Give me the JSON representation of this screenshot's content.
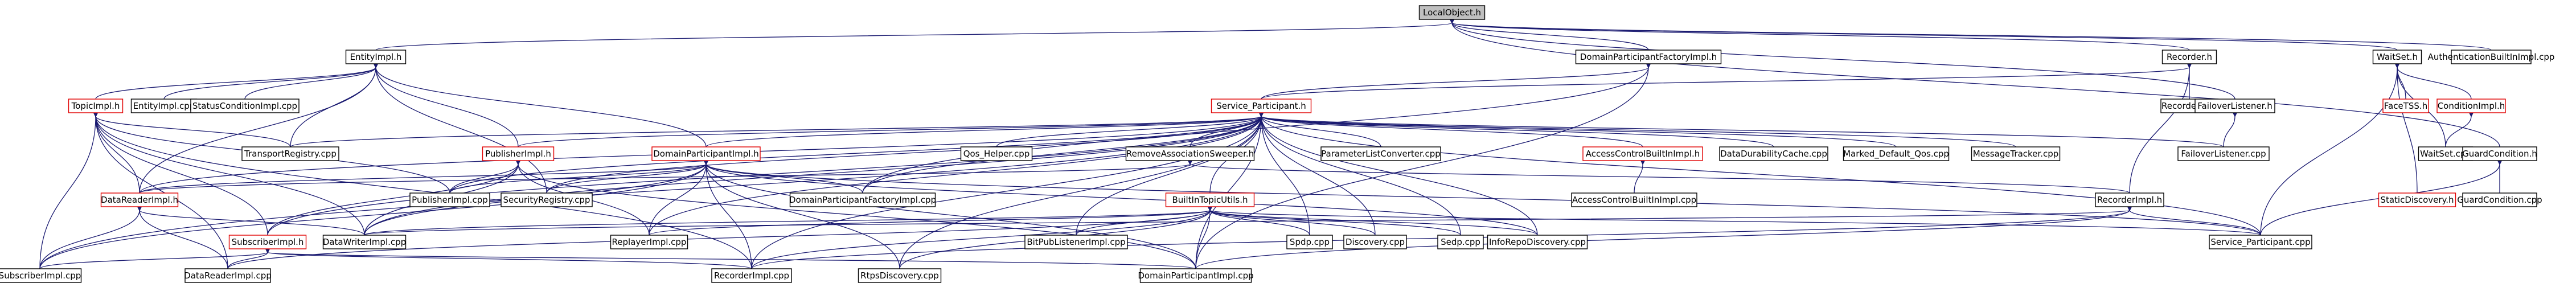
{
  "graph_title": "LocalObject.h",
  "colors": {
    "edge": "#191970",
    "truncated_border": "#e00000",
    "root_fill": "#bfbfbf"
  },
  "nodes": [
    {
      "id": "LocalObject.h",
      "label": "LocalObject.h",
      "style": "root"
    },
    {
      "id": "EntityImpl.h",
      "label": "EntityImpl.h",
      "style": "normal"
    },
    {
      "id": "DomainParticipantFactoryImpl.h",
      "label": "DomainParticipantFactoryImpl.h",
      "style": "normal"
    },
    {
      "id": "Recorder.h",
      "label": "Recorder.h",
      "style": "normal"
    },
    {
      "id": "WaitSet.h",
      "label": "WaitSet.h",
      "style": "normal"
    },
    {
      "id": "AuthenticationBuiltInImpl.cpp",
      "label": "AuthenticationBuiltInImpl.cpp",
      "style": "normal"
    },
    {
      "id": "TopicImpl.h",
      "label": "TopicImpl.h",
      "style": "red"
    },
    {
      "id": "EntityImpl.cpp",
      "label": "EntityImpl.cpp",
      "style": "normal"
    },
    {
      "id": "StatusConditionImpl.cpp",
      "label": "StatusConditionImpl.cpp",
      "style": "normal"
    },
    {
      "id": "Service_Participant.h",
      "label": "Service_Participant.h",
      "style": "red"
    },
    {
      "id": "Recorder.cpp",
      "label": "Recorder.cpp",
      "style": "normal"
    },
    {
      "id": "FailoverListener.h",
      "label": "FailoverListener.h",
      "style": "normal"
    },
    {
      "id": "FaceTSS.h",
      "label": "FaceTSS.h",
      "style": "red"
    },
    {
      "id": "ConditionImpl.h",
      "label": "ConditionImpl.h",
      "style": "red"
    },
    {
      "id": "TransportRegistry.cpp",
      "label": "TransportRegistry.cpp",
      "style": "normal"
    },
    {
      "id": "PublisherImpl.h",
      "label": "PublisherImpl.h",
      "style": "red"
    },
    {
      "id": "DomainParticipantImpl.h",
      "label": "DomainParticipantImpl.h",
      "style": "red"
    },
    {
      "id": "Qos_Helper.cpp",
      "label": "Qos_Helper.cpp",
      "style": "normal"
    },
    {
      "id": "RemoveAssociationSweeper.h",
      "label": "RemoveAssociationSweeper.h",
      "style": "normal"
    },
    {
      "id": "ParameterListConverter.cpp",
      "label": "ParameterListConverter.cpp",
      "style": "normal"
    },
    {
      "id": "AccessControlBuiltInImpl.h",
      "label": "AccessControlBuiltInImpl.h",
      "style": "red"
    },
    {
      "id": "DataDurabilityCache.cpp",
      "label": "DataDurabilityCache.cpp",
      "style": "normal"
    },
    {
      "id": "Marked_Default_Qos.cpp",
      "label": "Marked_Default_Qos.cpp",
      "style": "normal"
    },
    {
      "id": "MessageTracker.cpp",
      "label": "MessageTracker.cpp",
      "style": "normal"
    },
    {
      "id": "FailoverListener.cpp",
      "label": "FailoverListener.cpp",
      "style": "normal"
    },
    {
      "id": "WaitSet.cpp",
      "label": "WaitSet.cpp",
      "style": "normal"
    },
    {
      "id": "GuardCondition.h",
      "label": "GuardCondition.h",
      "style": "normal"
    },
    {
      "id": "DataReaderImpl.h",
      "label": "DataReaderImpl.h",
      "style": "red"
    },
    {
      "id": "PublisherImpl.cpp",
      "label": "PublisherImpl.cpp",
      "style": "normal"
    },
    {
      "id": "SecurityRegistry.cpp",
      "label": "SecurityRegistry.cpp",
      "style": "normal"
    },
    {
      "id": "DomainParticipantFactoryImpl.cpp",
      "label": "DomainParticipantFactoryImpl.cpp",
      "style": "normal"
    },
    {
      "id": "AccessControlBuiltInImpl.cpp",
      "label": "AccessControlBuiltInImpl.cpp",
      "style": "normal"
    },
    {
      "id": "RecorderImpl.h",
      "label": "RecorderImpl.h",
      "style": "normal"
    },
    {
      "id": "StaticDiscovery.h",
      "label": "StaticDiscovery.h",
      "style": "red"
    },
    {
      "id": "GuardCondition.cpp",
      "label": "GuardCondition.cpp",
      "style": "normal"
    },
    {
      "id": "BuiltInTopicUtils.h",
      "label": "BuiltInTopicUtils.h",
      "style": "red"
    },
    {
      "id": "SubscriberImpl.h",
      "label": "SubscriberImpl.h",
      "style": "red"
    },
    {
      "id": "DataWriterImpl.cpp",
      "label": "DataWriterImpl.cpp",
      "style": "normal"
    },
    {
      "id": "ReplayerImpl.cpp",
      "label": "ReplayerImpl.cpp",
      "style": "normal"
    },
    {
      "id": "BitPubListenerImpl.cpp",
      "label": "BitPubListenerImpl.cpp",
      "style": "normal"
    },
    {
      "id": "Spdp.cpp",
      "label": "Spdp.cpp",
      "style": "normal"
    },
    {
      "id": "Discovery.cpp",
      "label": "Discovery.cpp",
      "style": "normal"
    },
    {
      "id": "Sedp.cpp",
      "label": "Sedp.cpp",
      "style": "normal"
    },
    {
      "id": "InfoRepoDiscovery.cpp",
      "label": "InfoRepoDiscovery.cpp",
      "style": "normal"
    },
    {
      "id": "Service_Participant.cpp",
      "label": "Service_Participant.cpp",
      "style": "normal"
    },
    {
      "id": "SubscriberImpl.cpp",
      "label": "SubscriberImpl.cpp",
      "style": "normal"
    },
    {
      "id": "DataReaderImpl.cpp",
      "label": "DataReaderImpl.cpp",
      "style": "normal"
    },
    {
      "id": "RecorderImpl.cpp",
      "label": "RecorderImpl.cpp",
      "style": "normal"
    },
    {
      "id": "RtpsDiscovery.cpp",
      "label": "RtpsDiscovery.cpp",
      "style": "normal"
    },
    {
      "id": "DomainParticipantImpl.cpp",
      "label": "DomainParticipantImpl.cpp",
      "style": "normal"
    }
  ],
  "edges": [
    [
      "LocalObject.h",
      "EntityImpl.h"
    ],
    [
      "LocalObject.h",
      "DomainParticipantFactoryImpl.h"
    ],
    [
      "LocalObject.h",
      "Recorder.h"
    ],
    [
      "LocalObject.h",
      "WaitSet.h"
    ],
    [
      "LocalObject.h",
      "AuthenticationBuiltInImpl.cpp"
    ],
    [
      "LocalObject.h",
      "FailoverListener.h"
    ],
    [
      "LocalObject.h",
      "GuardCondition.h"
    ],
    [
      "EntityImpl.h",
      "TopicImpl.h"
    ],
    [
      "EntityImpl.h",
      "EntityImpl.cpp"
    ],
    [
      "EntityImpl.h",
      "StatusConditionImpl.cpp"
    ],
    [
      "EntityImpl.h",
      "TransportRegistry.cpp"
    ],
    [
      "EntityImpl.h",
      "PublisherImpl.h"
    ],
    [
      "EntityImpl.h",
      "DomainParticipantImpl.h"
    ],
    [
      "EntityImpl.h",
      "DataReaderImpl.h"
    ],
    [
      "EntityImpl.h",
      "SecurityRegistry.cpp"
    ],
    [
      "DomainParticipantFactoryImpl.h",
      "Service_Participant.h"
    ],
    [
      "DomainParticipantFactoryImpl.h",
      "DomainParticipantFactoryImpl.cpp"
    ],
    [
      "DomainParticipantFactoryImpl.h",
      "DomainParticipantImpl.cpp"
    ],
    [
      "Recorder.h",
      "Recorder.cpp"
    ],
    [
      "Recorder.h",
      "Service_Participant.h"
    ],
    [
      "Recorder.h",
      "RecorderImpl.h"
    ],
    [
      "WaitSet.h",
      "FaceTSS.h"
    ],
    [
      "WaitSet.h",
      "ConditionImpl.h"
    ],
    [
      "WaitSet.h",
      "WaitSet.cpp"
    ],
    [
      "WaitSet.h",
      "StaticDiscovery.h"
    ],
    [
      "WaitSet.h",
      "Service_Participant.cpp"
    ],
    [
      "FailoverListener.h",
      "FailoverListener.cpp"
    ],
    [
      "ConditionImpl.h",
      "WaitSet.cpp"
    ],
    [
      "GuardCondition.h",
      "GuardCondition.cpp"
    ],
    [
      "GuardCondition.h",
      "Service_Participant.cpp"
    ],
    [
      "Service_Participant.h",
      "TransportRegistry.cpp"
    ],
    [
      "Service_Participant.h",
      "PublisherImpl.h"
    ],
    [
      "Service_Participant.h",
      "DomainParticipantImpl.h"
    ],
    [
      "Service_Participant.h",
      "Qos_Helper.cpp"
    ],
    [
      "Service_Participant.h",
      "RemoveAssociationSweeper.h"
    ],
    [
      "Service_Participant.h",
      "ParameterListConverter.cpp"
    ],
    [
      "Service_Participant.h",
      "AccessControlBuiltInImpl.h"
    ],
    [
      "Service_Participant.h",
      "DataDurabilityCache.cpp"
    ],
    [
      "Service_Participant.h",
      "Marked_Default_Qos.cpp"
    ],
    [
      "Service_Participant.h",
      "MessageTracker.cpp"
    ],
    [
      "Service_Participant.h",
      "FailoverListener.cpp"
    ],
    [
      "Service_Participant.h",
      "DataReaderImpl.h"
    ],
    [
      "Service_Participant.h",
      "PublisherImpl.cpp"
    ],
    [
      "Service_Participant.h",
      "SecurityRegistry.cpp"
    ],
    [
      "Service_Participant.h",
      "DomainParticipantFactoryImpl.cpp"
    ],
    [
      "Service_Participant.h",
      "BuiltInTopicUtils.h"
    ],
    [
      "Service_Participant.h",
      "SubscriberImpl.h"
    ],
    [
      "Service_Participant.h",
      "DataWriterImpl.cpp"
    ],
    [
      "Service_Participant.h",
      "ReplayerImpl.cpp"
    ],
    [
      "Service_Participant.h",
      "BitPubListenerImpl.cpp"
    ],
    [
      "Service_Participant.h",
      "Spdp.cpp"
    ],
    [
      "Service_Participant.h",
      "Discovery.cpp"
    ],
    [
      "Service_Participant.h",
      "Sedp.cpp"
    ],
    [
      "Service_Participant.h",
      "InfoRepoDiscovery.cpp"
    ],
    [
      "Service_Participant.h",
      "Service_Participant.cpp"
    ],
    [
      "Service_Participant.h",
      "SubscriberImpl.cpp"
    ],
    [
      "Service_Participant.h",
      "RecorderImpl.cpp"
    ],
    [
      "Service_Participant.h",
      "RtpsDiscovery.cpp"
    ],
    [
      "Service_Participant.h",
      "DomainParticipantImpl.cpp"
    ],
    [
      "TopicImpl.h",
      "TransportRegistry.cpp"
    ],
    [
      "TopicImpl.h",
      "DataReaderImpl.h"
    ],
    [
      "TopicImpl.h",
      "PublisherImpl.cpp"
    ],
    [
      "TopicImpl.h",
      "DataWriterImpl.cpp"
    ],
    [
      "TopicImpl.h",
      "SubscriberImpl.h"
    ],
    [
      "TopicImpl.h",
      "SubscriberImpl.cpp"
    ],
    [
      "TopicImpl.h",
      "DataReaderImpl.cpp"
    ],
    [
      "TopicImpl.h",
      "RecorderImpl.cpp"
    ],
    [
      "PublisherImpl.h",
      "PublisherImpl.cpp"
    ],
    [
      "PublisherImpl.h",
      "DataWriterImpl.cpp"
    ],
    [
      "PublisherImpl.h",
      "ReplayerImpl.cpp"
    ],
    [
      "PublisherImpl.h",
      "DomainParticipantImpl.cpp"
    ],
    [
      "PublisherImpl.h",
      "SubscriberImpl.h"
    ],
    [
      "DomainParticipantImpl.h",
      "DataReaderImpl.h"
    ],
    [
      "DomainParticipantImpl.h",
      "PublisherImpl.cpp"
    ],
    [
      "DomainParticipantImpl.h",
      "SecurityRegistry.cpp"
    ],
    [
      "DomainParticipantImpl.h",
      "DomainParticipantFactoryImpl.cpp"
    ],
    [
      "DomainParticipantImpl.h",
      "DataWriterImpl.cpp"
    ],
    [
      "DomainParticipantImpl.h",
      "ReplayerImpl.cpp"
    ],
    [
      "DomainParticipantImpl.h",
      "InfoRepoDiscovery.cpp"
    ],
    [
      "DomainParticipantImpl.h",
      "RecorderImpl.cpp"
    ],
    [
      "DomainParticipantImpl.h",
      "RtpsDiscovery.cpp"
    ],
    [
      "DomainParticipantImpl.h",
      "DomainParticipantImpl.cpp"
    ],
    [
      "DomainParticipantImpl.h",
      "SubscriberImpl.cpp"
    ],
    [
      "DomainParticipantImpl.h",
      "Service_Participant.cpp"
    ],
    [
      "RemoveAssociationSweeper.h",
      "DataReaderImpl.h"
    ],
    [
      "RemoveAssociationSweeper.h",
      "RecorderImpl.h"
    ],
    [
      "AccessControlBuiltInImpl.h",
      "AccessControlBuiltInImpl.cpp"
    ],
    [
      "DataReaderImpl.h",
      "SubscriberImpl.cpp"
    ],
    [
      "DataReaderImpl.h",
      "DataReaderImpl.cpp"
    ],
    [
      "DataReaderImpl.h",
      "DataWriterImpl.cpp"
    ],
    [
      "RecorderImpl.h",
      "Service_Participant.cpp"
    ],
    [
      "RecorderImpl.h",
      "RecorderImpl.cpp"
    ],
    [
      "RecorderImpl.h",
      "DomainParticipantImpl.cpp"
    ],
    [
      "RecorderImpl.h",
      "DataWriterImpl.cpp"
    ],
    [
      "BuiltInTopicUtils.h",
      "ReplayerImpl.cpp"
    ],
    [
      "BuiltInTopicUtils.h",
      "BitPubListenerImpl.cpp"
    ],
    [
      "BuiltInTopicUtils.h",
      "Spdp.cpp"
    ],
    [
      "BuiltInTopicUtils.h",
      "Discovery.cpp"
    ],
    [
      "BuiltInTopicUtils.h",
      "Sedp.cpp"
    ],
    [
      "BuiltInTopicUtils.h",
      "InfoRepoDiscovery.cpp"
    ],
    [
      "BuiltInTopicUtils.h",
      "Service_Participant.cpp"
    ],
    [
      "BuiltInTopicUtils.h",
      "RecorderImpl.cpp"
    ],
    [
      "BuiltInTopicUtils.h",
      "RtpsDiscovery.cpp"
    ],
    [
      "BuiltInTopicUtils.h",
      "DomainParticipantImpl.cpp"
    ],
    [
      "BuiltInTopicUtils.h",
      "DataWriterImpl.cpp"
    ],
    [
      "BuiltInTopicUtils.h",
      "DataReaderImpl.cpp"
    ],
    [
      "SubscriberImpl.h",
      "SubscriberImpl.cpp"
    ],
    [
      "SubscriberImpl.h",
      "DataReaderImpl.cpp"
    ],
    [
      "SubscriberImpl.h",
      "RecorderImpl.cpp"
    ],
    [
      "SubscriberImpl.h",
      "DomainParticipantImpl.cpp"
    ]
  ]
}
